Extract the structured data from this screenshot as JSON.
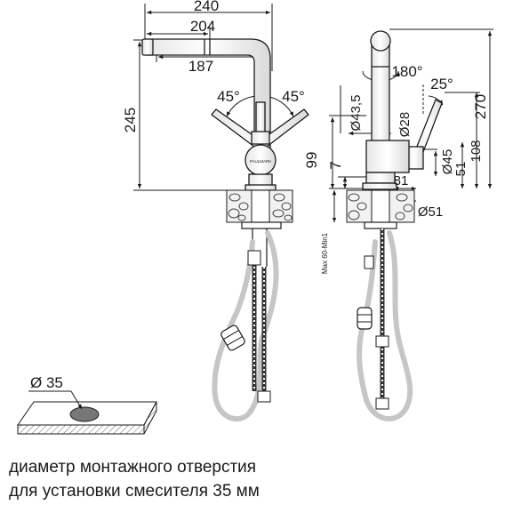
{
  "front_view": {
    "dimensions": {
      "width_total": "240",
      "width_spout": "204",
      "width_inner": "187",
      "height": "245",
      "angle_left": "45°",
      "angle_right": "45°"
    },
    "logo_text": "PAULMARK"
  },
  "side_view": {
    "dimensions": {
      "height_total": "270",
      "rotation": "180°",
      "handle_angle": "25°",
      "diameter_body": "Ø43,5",
      "diameter_spout": "Ø28",
      "height_99": "99",
      "height_7": "7",
      "diameter_45": "Ø45",
      "height_51": "51",
      "height_108": "108",
      "offset_81": "81",
      "diameter_base": "Ø51",
      "mount_thickness": "Max 60-Min1"
    }
  },
  "hole_detail": {
    "diameter": "Ø 35"
  },
  "caption": {
    "line1": "диаметр монтажного отверстия",
    "line2": "для установки смесителя 35 мм"
  }
}
